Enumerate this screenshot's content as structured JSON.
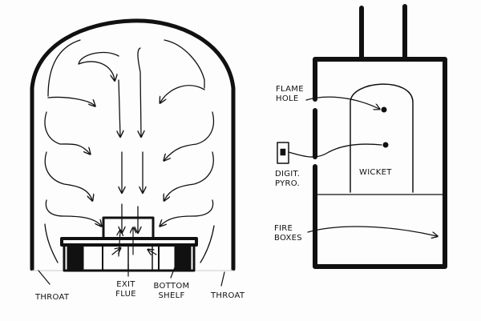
{
  "labels": {
    "throat_left": "Throat",
    "exit_flue": [
      "Exit",
      "Flue"
    ],
    "bottom_shelf": [
      "Bottom",
      "Shelf"
    ],
    "throat_right": "Throat",
    "flame_hole": [
      "Flame",
      "Hole"
    ],
    "digit_pyro": [
      "Digit.",
      "Pyro."
    ],
    "wicket": "Wicket",
    "fire_boxes": [
      "Fire",
      "Boxes"
    ]
  },
  "ink_color": "#111111",
  "paper_color": "#fdfdfd"
}
